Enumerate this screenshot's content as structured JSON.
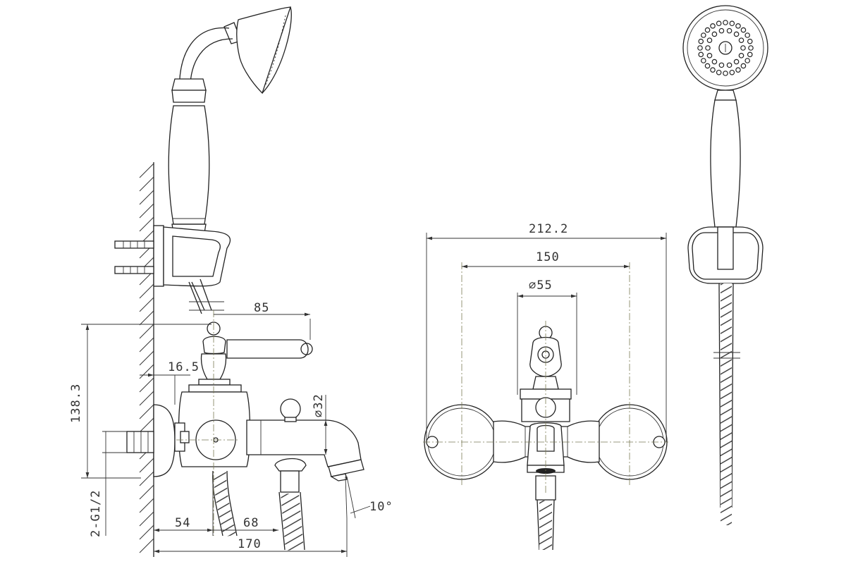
{
  "dimensions": {
    "d85": "85",
    "d16_5": "16.5",
    "d138_3": "138.3",
    "d2g12": "2-G1/2",
    "d54": "54",
    "d68": "68",
    "d170": "170",
    "dia32": "⌀32",
    "angle10": "10°",
    "d212_2": "212.2",
    "d150": "150",
    "dia55": "⌀55"
  }
}
